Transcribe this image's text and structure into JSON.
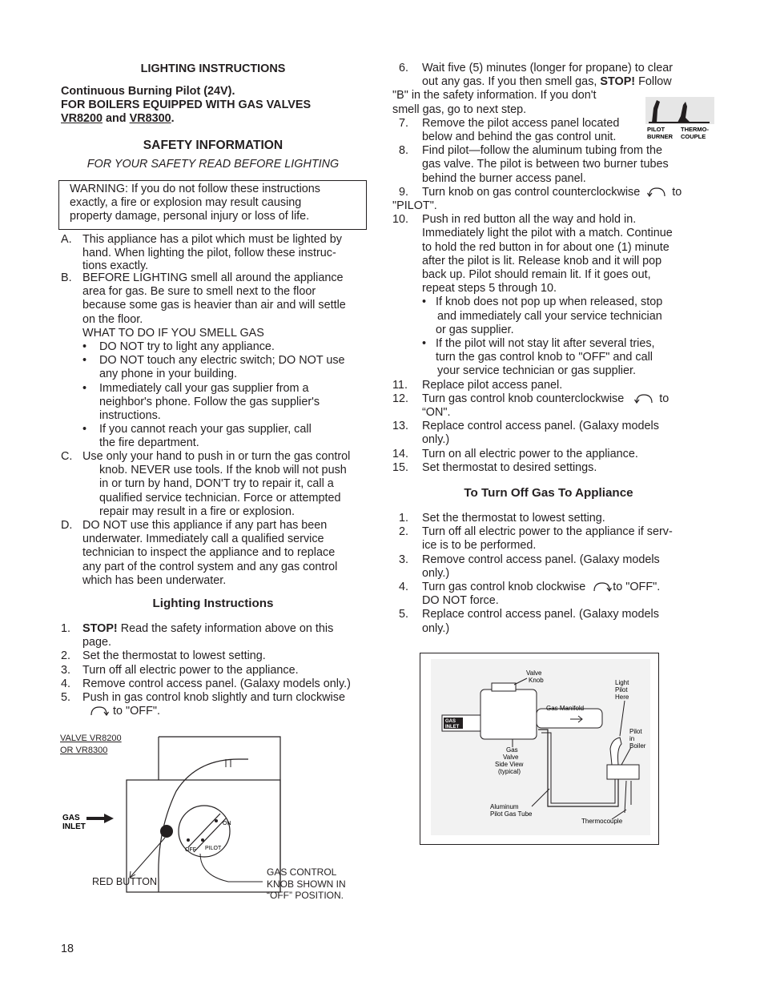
{
  "header": {
    "title": "LIGHTING INSTRUCTIONS",
    "sub1": "Continuous Burning Pilot (24V).",
    "sub2": "FOR BOILERS EQUIPPED WITH GAS VALVES",
    "valve_a": "VR8200",
    "and": " and ",
    "valve_b": "VR8300",
    "period": "."
  },
  "safety": {
    "heading": "SAFETY INFORMATION",
    "subheading": "FOR YOUR SAFETY READ BEFORE LIGHTING",
    "warning": [
      "WARNING:  If you do not follow these instructions",
      "exactly, a fire or explosion may result causing",
      "property damage, personal injury or loss of life."
    ],
    "A": {
      "label": "A.",
      "lines": [
        "This appliance has a pilot which must be lighted by",
        "hand.  When lighting the pilot, follow these instruc-",
        "tions exactly."
      ]
    },
    "B": {
      "label": "B.",
      "lines": [
        "BEFORE LIGHTING smell all around the appliance",
        "area for gas.  Be sure to smell next to the floor",
        "because some gas is heavier than air and will settle",
        "on the floor.",
        "WHAT TO DO IF YOU SMELL GAS"
      ]
    },
    "bullets": [
      [
        "DO NOT try to light any appliance."
      ],
      [
        "DO NOT touch any electric switch; DO NOT use",
        "any phone in your building."
      ],
      [
        "Immediately call your gas supplier from a",
        "neighbor's phone.  Follow the gas supplier's",
        "instructions."
      ],
      [
        "If you cannot reach your gas supplier, call",
        "the fire department."
      ]
    ],
    "C": {
      "label": "C.",
      "lines": [
        "Use only your hand to push in or turn the gas control",
        "knob. NEVER use tools. If the knob will not push",
        "in or turn by hand, DON'T try to repair it, call a",
        "qualified service technician.  Force or attempted",
        "repair may result in a fire or explosion."
      ]
    },
    "D": {
      "label": "D.",
      "lines": [
        "DO NOT use this appliance if any part has been",
        "underwater. Immediately call a qualified service",
        "technician to inspect the appliance and to replace",
        "any part of the control system and any gas control",
        "which has been underwater."
      ]
    }
  },
  "lighting": {
    "heading": "Lighting Instructions",
    "step1_num": "1.",
    "step1_bold": "STOP!",
    "step1_text": " Read the safety information above on this",
    "step1_cont": "page.",
    "step2_num": "2.",
    "step2": "Set the thermostat to lowest setting.",
    "step3_num": "3.",
    "step3": "Turn off all electric power to the appliance.",
    "step4_num": "4.",
    "step4": "Remove control access panel. (Galaxy models only.)",
    "step5_num": "5.",
    "step5": "Push in gas control knob slightly and turn clockwise",
    "step5_cont": " to \"OFF\"."
  },
  "valve_figure": {
    "label1": "VALVE VR8200",
    "label2": "OR VR8300",
    "gas": "GAS",
    "inlet": "INLET",
    "on": "ON",
    "off": "OFF",
    "pilot": "PILOT",
    "red_button": "RED BUTTON",
    "knob_caption": [
      "GAS CONTROL",
      "KNOB SHOWN IN",
      "“OFF” POSITION."
    ]
  },
  "right": {
    "step6_num": "6.",
    "step6_a": "Wait five (5) minutes (longer for propane) to clear",
    "step6_b1": "out any gas.  If you then smell gas, ",
    "step6_b_bold": "STOP!",
    "step6_b2": "  Follow",
    "step6_c": "\"B\" in the safety information. If you don't",
    "step6_d": "smell gas, go to next step.",
    "step7_num": "7.",
    "step7": [
      "Remove the pilot access panel located",
      "below and behind the gas control unit."
    ],
    "step8_num": "8.",
    "step8": [
      "Find pilot—follow the aluminum tubing from the",
      "gas valve. The pilot is between two burner tubes",
      "behind the burner access panel."
    ],
    "step9_num": "9.",
    "step9_a": "Turn knob on gas control counterclockwise",
    "step9_to": "to",
    "step9_b": "\"PILOT\".",
    "step10_num": "10.",
    "step10": [
      "Push in red button all the way and hold in.",
      "Immediately light the pilot with a match.  Continue",
      "to hold the red button in for about one (1) minute",
      "after the pilot is lit.  Release knob and it will pop",
      "back up.  Pilot should remain lit.  If it goes out,",
      "repeat steps 5 through 10."
    ],
    "sub_bullets": [
      [
        "If knob does not pop up when released, stop",
        "and immediately call your service technician",
        "or gas supplier."
      ],
      [
        "If the pilot will not stay lit after several tries,",
        "turn the gas control knob to \"OFF\" and call",
        "your service technician or gas supplier."
      ]
    ],
    "step11_num": "11.",
    "step11": "Replace pilot access panel.",
    "step12_num": "12.",
    "step12_a": "Turn gas control knob counterclockwise",
    "step12_to": "to",
    "step12_b": "“ON\".",
    "step13_num": "13.",
    "step13": [
      "Replace control access panel.  (Galaxy models",
      "only.)"
    ],
    "step14_num": "14.",
    "step14": "Turn on all electric power to the appliance.",
    "step15_num": "15.",
    "step15": "Set thermostat to desired settings.",
    "pilot_fig": {
      "pilot": "PILOT",
      "burner": "BURNER",
      "thermo": "THERMO-",
      "couple": "COUPLE"
    }
  },
  "turn_off": {
    "heading": "To Turn Off Gas To Appliance",
    "s1_num": "1.",
    "s1": "Set the thermostat to lowest setting.",
    "s2_num": "2.",
    "s2": [
      "Turn off all electric power to the appliance if serv-",
      "ice is to be performed."
    ],
    "s3_num": "3.",
    "s3": [
      "Remove control access panel.  (Galaxy models",
      "only.)"
    ],
    "s4_num": "4.",
    "s4_a": "Turn gas control knob clockwise",
    "s4_b": "to \"OFF\".",
    "s4_c": "DO NOT force.",
    "s5_num": "5.",
    "s5": [
      "Replace control access panel.  (Galaxy models",
      "only.)"
    ]
  },
  "boiler_figure": {
    "valve_knob": [
      "Valve",
      "Knob"
    ],
    "light_pilot": [
      "Light",
      "Pilot",
      "Here"
    ],
    "gas_manifold": "Gas Manifold",
    "gas_inlet": [
      "GAS",
      "INLET"
    ],
    "pilot_in_boiler": [
      "Pilot",
      "in",
      "Boiler"
    ],
    "gas_valve": [
      "Gas",
      "Valve",
      "Side View",
      "(typical)"
    ],
    "alum": [
      "Aluminum",
      "Pilot Gas Tube"
    ],
    "thermocouple": "Thermocouple"
  },
  "footer": {
    "page_number": "18"
  }
}
